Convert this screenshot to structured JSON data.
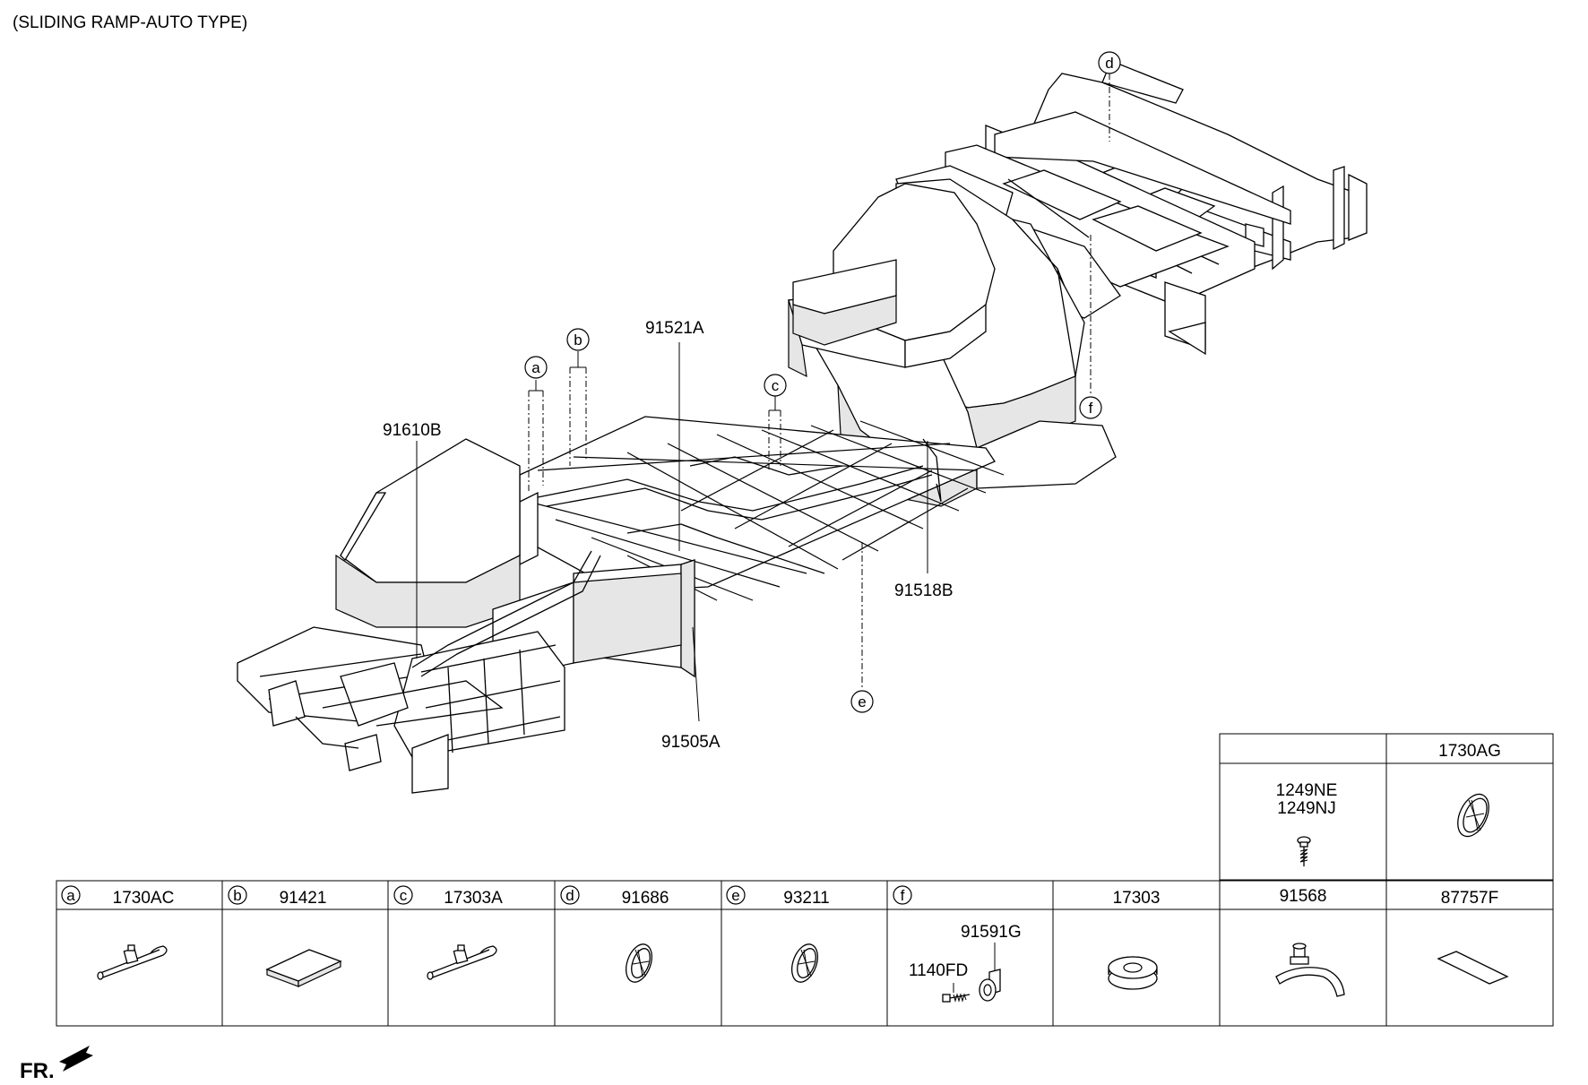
{
  "title": "(SLIDING RAMP-AUTO TYPE)",
  "front_label": "FR.",
  "callouts": {
    "p91610B": "91610B",
    "p91521A": "91521A",
    "p91518B": "91518B",
    "p91505A": "91505A"
  },
  "markers": [
    "a",
    "b",
    "c",
    "d",
    "e",
    "f"
  ],
  "upper_table": {
    "col1_header": "",
    "col2_header": "1730AG",
    "col1_parts": [
      "1249NE",
      "1249NJ"
    ]
  },
  "parts_table": [
    {
      "marker": "a",
      "code": "1730AC",
      "icon": "cable-tie-icon"
    },
    {
      "marker": "b",
      "code": "91421",
      "icon": "pad-icon"
    },
    {
      "marker": "c",
      "code": "17303A",
      "icon": "cable-tie-icon"
    },
    {
      "marker": "d",
      "code": "91686",
      "icon": "grommet-icon"
    },
    {
      "marker": "e",
      "code": "93211",
      "icon": "grommet-icon"
    },
    {
      "marker": "f",
      "code": "",
      "sub": [
        "91591G",
        "1140FD"
      ],
      "icon": "clamp-bolt-icon"
    },
    {
      "marker": "",
      "code": "17303",
      "icon": "washer-icon"
    },
    {
      "marker": "",
      "code": "91568",
      "icon": "clip-icon"
    },
    {
      "marker": "",
      "code": "87757F",
      "icon": "tape-icon"
    }
  ]
}
